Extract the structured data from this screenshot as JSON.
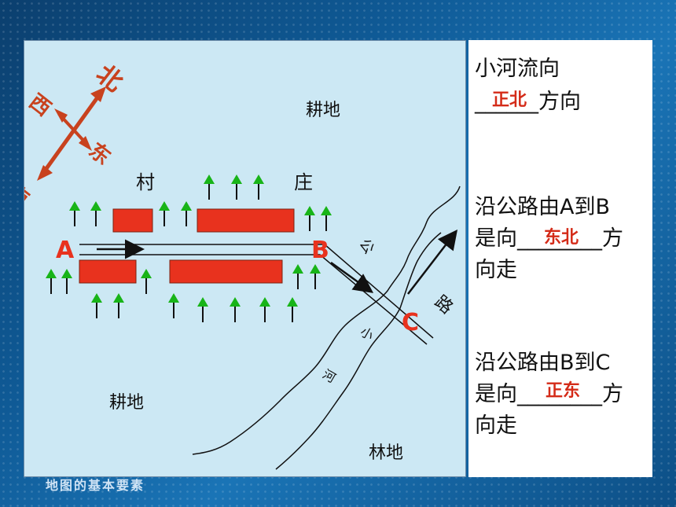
{
  "map": {
    "compass": {
      "north": "北",
      "south": "南",
      "west": "西",
      "east": "东"
    },
    "labels": {
      "farmland_top": "耕地",
      "farmland_bottom": "耕地",
      "forest": "林地",
      "village_1": "村",
      "village_2": "庄",
      "road_1": "公",
      "road_2": "路",
      "river_1": "小",
      "river_2": "河"
    },
    "points": {
      "a": "A",
      "b": "B",
      "c": "C"
    }
  },
  "questions": {
    "q1": {
      "line1": "小河流向",
      "line2_blank": "______",
      "line2_suffix": "方向",
      "answer": "正北"
    },
    "q2": {
      "line1": "沿公路由A到B",
      "line2_prefix": "是向",
      "line2_blank": "________",
      "line2_suffix": "方",
      "line3": "向走",
      "answer": "东北"
    },
    "q3": {
      "line1": "沿公路由B到C",
      "line2_prefix": "是向",
      "line2_blank": "________",
      "line2_suffix": "方",
      "line3": "向走",
      "answer": "正东"
    }
  },
  "footer": {
    "title": "地图的基本要素"
  },
  "colors": {
    "answer": "#d42b18",
    "building": "#e8321e",
    "tree": "#18b418",
    "compass": "#c8421e",
    "point_label": "#e8321e"
  }
}
